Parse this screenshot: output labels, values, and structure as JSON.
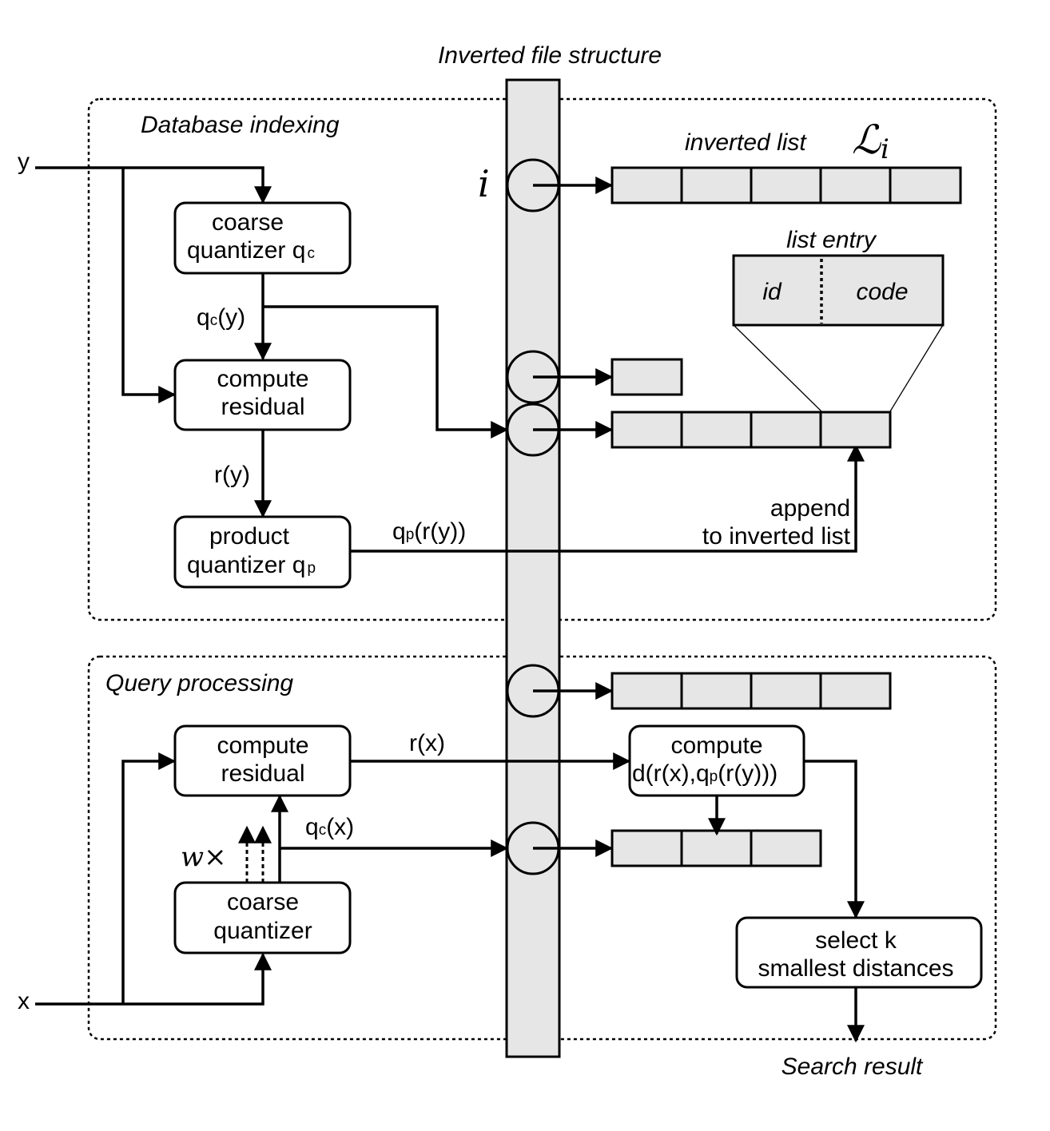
{
  "title": "Inverted file structure",
  "indexing": {
    "label": "Database indexing",
    "input": "y",
    "coarse_box": [
      "coarse",
      "quantizer q",
      "c"
    ],
    "qc_y": [
      "q",
      "c",
      "(y)"
    ],
    "residual_box": [
      "compute",
      "residual"
    ],
    "r_y": "r(y)",
    "pq_box": [
      "product",
      "quantizer q",
      "p"
    ],
    "qp_ry": [
      "q",
      "p",
      "(r(y))"
    ],
    "append": [
      "append",
      "to inverted list"
    ]
  },
  "inverted": {
    "index_symbol": "i",
    "list_label": "inverted list",
    "list_symbol": "ℒ",
    "list_symbol_sub": "i",
    "entry_label": "list entry",
    "entry_id": "id",
    "entry_code": "code"
  },
  "query": {
    "label": "Query processing",
    "input": "x",
    "residual_box": [
      "compute",
      "residual"
    ],
    "r_x": "r(x)",
    "qc_x": [
      "q",
      "c",
      "(x)"
    ],
    "w_times": [
      "w",
      "×"
    ],
    "coarse_box": [
      "coarse",
      "quantizer"
    ],
    "distance_box": [
      "compute",
      "d(r(x),q",
      "p",
      "(r(y)))"
    ],
    "select_box": [
      "select k",
      "smallest distances"
    ],
    "result": "Search result"
  }
}
